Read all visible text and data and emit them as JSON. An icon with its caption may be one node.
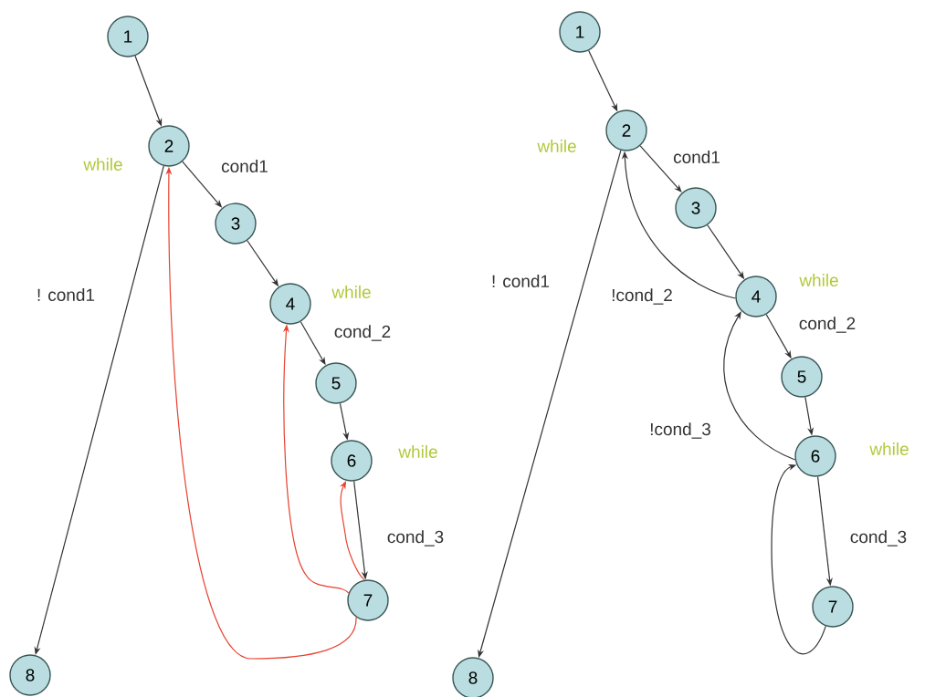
{
  "diagram": {
    "nodes": [
      {
        "text": [
          "1"
        ]
      },
      {
        "text": [
          "2"
        ],
        "beside": [
          "while"
        ]
      },
      {
        "text": [
          "3"
        ]
      },
      {
        "text": [
          "4"
        ],
        "beside": [
          "while"
        ]
      },
      {
        "text": [
          "5"
        ]
      },
      {
        "text": [
          "6"
        ],
        "beside": [
          "while"
        ]
      },
      {
        "text": [
          "7"
        ]
      },
      {
        "text": [
          "8"
        ]
      },
      {
        "text": [
          "1"
        ]
      },
      {
        "text": [
          "2"
        ],
        "beside": [
          "while"
        ]
      },
      {
        "text": [
          "3"
        ]
      },
      {
        "text": [
          "4"
        ],
        "beside": [
          "while"
        ]
      },
      {
        "text": [
          "5"
        ]
      },
      {
        "text": [
          "6"
        ],
        "beside": [
          "while"
        ]
      },
      {
        "text": [
          "7"
        ]
      },
      {
        "text": [
          "8"
        ]
      }
    ],
    "edges": [
      {
        "from": 0,
        "to": 1,
        "arrow": "to"
      },
      {
        "from": 1,
        "to": 2,
        "arrow": "to",
        "label": "cond1"
      },
      {
        "from": 2,
        "to": 3,
        "arrow": "to"
      },
      {
        "from": 3,
        "to": 4,
        "arrow": "to",
        "label": "cond_2"
      },
      {
        "from": 4,
        "to": 5,
        "arrow": "to"
      },
      {
        "from": 5,
        "to": 6,
        "arrow": "to",
        "label": "cond_3"
      },
      {
        "from": 1,
        "to": 7,
        "arrow": "to",
        "label": "! cond1"
      },
      {
        "from": 6,
        "to": 1,
        "arrow": "to",
        "color": "#e8412f"
      },
      {
        "from": 6,
        "to": 3,
        "arrow": "to",
        "color": "#e8412f"
      },
      {
        "from": 6,
        "to": 5,
        "arrow": "to",
        "color": "#e8412f"
      },
      {
        "from": 8,
        "to": 9,
        "arrow": "to"
      },
      {
        "from": 9,
        "to": 10,
        "arrow": "to",
        "label": "cond1"
      },
      {
        "from": 10,
        "to": 11,
        "arrow": "to"
      },
      {
        "from": 11,
        "to": 12,
        "arrow": "to",
        "label": "cond_2"
      },
      {
        "from": 12,
        "to": 13,
        "arrow": "to"
      },
      {
        "from": 13,
        "to": 14,
        "arrow": "to",
        "label": "cond_3"
      },
      {
        "from": 9,
        "to": 15,
        "arrow": "to",
        "label": "! cond1"
      },
      {
        "from": 11,
        "to": 9,
        "arrow": "to",
        "label": "!cond_2"
      },
      {
        "from": 13,
        "to": 11,
        "arrow": "to",
        "label": "!cond_3"
      },
      {
        "from": 14,
        "to": 13,
        "arrow": "to"
      }
    ]
  }
}
